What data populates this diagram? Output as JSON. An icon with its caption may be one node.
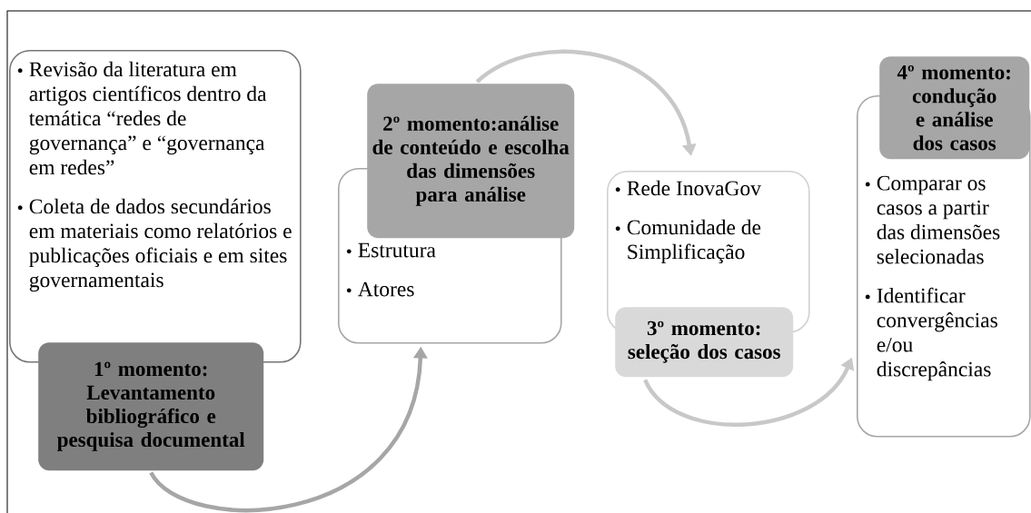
{
  "diagram": {
    "nodes": [
      {
        "text": [
          "Revisão da literatura em artigos científicos dentro da temática “redes de governança” e “governança em redes”",
          "Coleta de dados secundários em materiais como relatórios e publicações oficiais e em sites governamentais"
        ]
      },
      {
        "text": [
          "1º momento: Levantamento bibliográfico e pesquisa documental"
        ]
      },
      {
        "text": [
          "Estrutura",
          "Atores"
        ]
      },
      {
        "text": [
          "2º momento:análise de conteúdo e escolha das dimensões para análise"
        ]
      },
      {
        "text": [
          "Rede InovaGov",
          "Comunidade de Simplificação"
        ]
      },
      {
        "text": [
          "3º momento: seleção dos casos"
        ]
      },
      {
        "text": [
          "4º momento: condução e análise dos casos"
        ]
      },
      {
        "text": [
          "Comparar os casos a partir das dimensões selecionadas",
          "Identificar convergências e/ou discrepâncias"
        ]
      }
    ],
    "edges": [
      {
        "from": 1,
        "to": 2,
        "arrow": "to",
        "color": "#a6a6a6"
      },
      {
        "from": 3,
        "to": 4,
        "arrow": "to"
      },
      {
        "from": 5,
        "to": 7,
        "arrow": "to"
      }
    ]
  }
}
